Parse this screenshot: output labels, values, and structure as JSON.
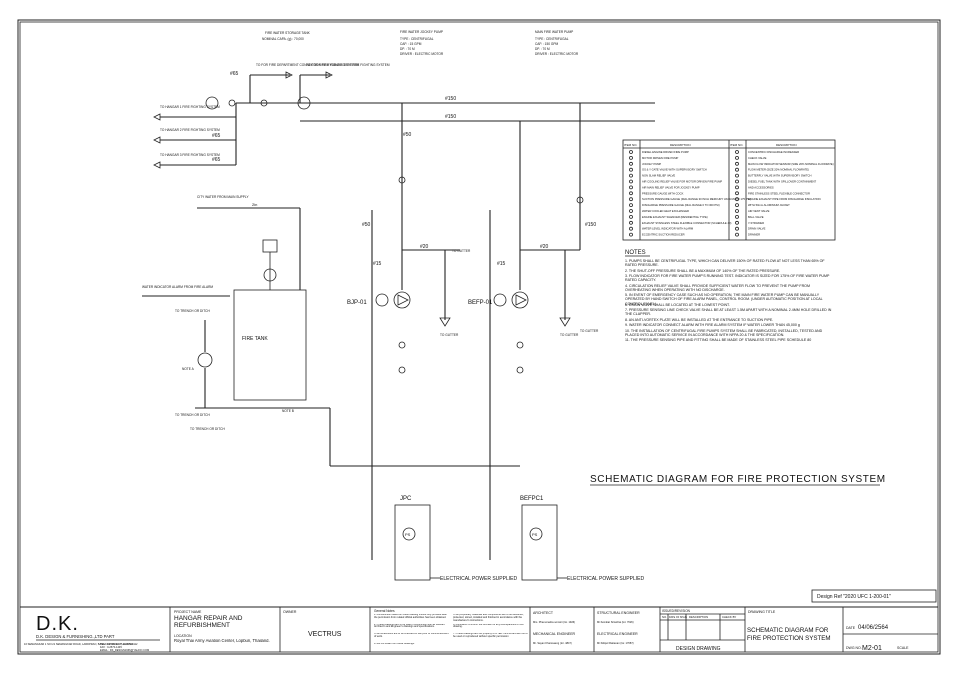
{
  "header_specs": {
    "tank": {
      "title": "FIRE WATER STORAGE TANK",
      "line1": "NOMINAL CAPA. (g) : 70,000"
    },
    "jockey": {
      "title": "FIRE WATER JOCKEY PUMP",
      "type": "TYPE   : CENTRIFUGAL",
      "cap": "CAP.   : 15 GPM",
      "dp": "DP.    : 70 M",
      "driver": "DRIVER : ELECTRIC MOTOR"
    },
    "main": {
      "title": "MAIN FIRE WATER PUMP",
      "type": "TYPE   : CENTRIFUGAL",
      "cap": "CAP.   : 150 GPM",
      "dp": "DP.    : 70 M",
      "driver": "DRIVER : ELECTRIC MOTOR"
    }
  },
  "diagram": {
    "pipe_150_a": "#150",
    "pipe_150_b": "#150",
    "pipe_65": "#65",
    "pipe_50": "#50",
    "pipe_20": "#20",
    "pipe_15": "#15",
    "pipe_2in": "2in",
    "to_fire_dept": "TO FOR FIRE DEPARTMENT CONNECTION FIRE FIGHTING SYSTEM",
    "to_hydrant": "TO FOR FIRE HYDRANT TEST FIRE FIGHTING SYSTEM",
    "to_hangar_1": "TO HANGAR 1 FIRE FIGHTING SYSTEM",
    "to_hangar_2": "TO HANGAR 2 FIRE FIGHTING SYSTEM",
    "to_hangar_3": "TO HANGAR 3 FIRE FIGHTING SYSTEM",
    "city_water": "CITY WATER FROM MAIN SUPPLY",
    "water_alarm": "WATER INDICATOR ALARM FROM FIRE ALARM",
    "fire_tank": "FIRE TANK",
    "to_trench_1": "TO TRENCH OR DITCH",
    "to_trench_2": "TO TRENCH OR DITCH",
    "to_trench_3": "TO TRENCH OR DITCH",
    "note_a": "NOTE A",
    "note_b": "NOTE B",
    "bjp": "BJP-01",
    "befp": "BEFP-01",
    "to_gutter_1": "TO GUTTER",
    "to_gutter_2": "TO GUTTER",
    "to_gutter_3": "TO GUTTER",
    "to_gutter_4": "TO GUTTER",
    "jpc": "JPC",
    "befpc": "BEFPC1",
    "ps": "PS",
    "elec_power_1": "ELECTRICAL POWER SUPPLIED",
    "elec_power_2": "ELECTRICAL POWER SUPPLIED",
    "schematic_title": "SCHEMATIC DIAGRAM FOR FIRE PROTECTION SYSTEM",
    "design_ref": "Design Ref \"2020 UFC 1-200-01\""
  },
  "legend": {
    "col_item": "ITEM NO.",
    "col_desc": "DESCRIPTION",
    "left": [
      "DIESEL ENGINE DRIVEN FIRE PUMP",
      "MOTOR DRIVEN FIRE PUMP",
      "JOCKEY PUMP",
      "OS & Y GATE VALVE WITH SUPERVISORY SWITCH",
      "NON SLAM RELIEF VALVE",
      "AIR COOLING RELIEF VALVE FOR MOTOR DRIVEN FIRE PUMP",
      "AIR MAIN RELIEF VALVE FOR JOCKEY PUMP",
      "PRESSURE GAUGE WITH COCK",
      "SUCTION PRESSURE GAUGE (DIAL RANGE 30 INCH MERCURY VACUUM TO 175 PSI)",
      "DISCHARGE PRESSURE GAUGE (DIAL RANGE 0 TO 300 PSI)",
      "WATER COOLED HEAT EXCHANGER",
      "ENGINE EXHAUST SILENCER (RESIDENTIAL TYPE)",
      "EXHAUST STAINLESS STEEL FLEXIBLE CONNECTOR (SCHEDULE 40)",
      "WATER LEVEL INDICATOR WITH ALARM",
      "ECCENTRIC SUCTION REDUCER"
    ],
    "right": [
      "CONCENTRIC DISCHARGE INCREASER",
      "CHECK VALVE",
      "MAIN FLOW INDICATOR SENSOR (SIZE 20% NOMINAL FLOWRATE)",
      "FLOW METER (SIZE 20% NOMINAL FLOWRATE)",
      "BUTTERFLY VALVE WITH SUPERVISORY SWITCH",
      "DIESEL FUEL TANK WITH SPILLOVER CONTAINMENT",
      "AND ACCESSORIES",
      "FIRE STAINLESS STEEL FLEXIBLE CONNECTOR",
      "ENGINE EXHAUST PIPE FROM DISCHARGE INSULATION",
      "WITH 50mm ALUMINIUM JACKET",
      "AIR VENT VALVE",
      "BALL VALVE",
      "Y-STRAINER",
      "DRAIN VALVE",
      "DRAINER"
    ]
  },
  "notes": {
    "title": "NOTES",
    "items": [
      "1. PUMPS SHALL BE CENTRIFUGAL TYPE, WHICH CAN DELIVER 150% OF RATED FLOW AT NOT LESS THAN 65% OF RATED PRESSURE.",
      "2. THE SHUT-OFF PRESSURE SHALL BE A MAXIMUM OF 140% OF THE RATED PRESSURE.",
      "3. FLOW INDICATOR FOR FIRE WATER PUMP'S RUNNING TEST. INDICATOR IS SIZED FOR 175% OF FIRE WATER PUMP RATED CAPACITY.",
      "4. CIRCULATION RELIEF VALVE SHALL PROVIDE SUFFICIENT WATER FLOW TO PREVENT THE PUMP FROM OVERHEATING WHEN OPERATING WITH NO DISCHARGE.",
      "5. IN EVENT OF EMERGENCY CASE SUCH AS NO OPERATION, THE MAIN FIRE WATER PUMP CAN BE MANUALLY OPERATED BY HAND SWITCH OF FIRE ALARM PANEL, CONTROL ROOM. (UNDER AUTOMATIC POSITION AT LOCAL CONTROL PANEL)",
      "6. DRAIN VALVE SHALL BE LOCATED AT THE LOWEST POINT.",
      "7. PRESSURE SENSING LINE CHECK VALVE SHALL BE AT LEAST 1.5M APART WITH A NOMINAL 2.4MM HOLE DRILLED IN THE CLAPPER.",
      "8. AN ANTI-VORTEX PLATE WILL BE INSTALLED AT THE ENTRANCE TO SUCTION PIPE.",
      "9. WATER INDICATOR CONNECT ALARM WITH FIRE ALARM SYSTEM IF WATER LOWER THAN 45,000 g",
      "10. THE INSTALLATION OF CENTRIFUGAL FIRE PUMPS SYSTEM SHALL BE FABRICATED, INSTALLED, TESTED AND PLACED INTO AUTOMATIC SERVICE IN ACCORDANCE WITH NFPA 20 & THE SPECIFICATION.",
      "11. THE PRESSURE SENSING PIPE AND FITTING SHALL BE MADE OF STAINLESS STEEL PIPE SCHEDULE 80"
    ]
  },
  "title_block": {
    "logo": "D.K.",
    "company": "D.K. DESIGN & FURNISHING.,LTD PART",
    "address": "16 SEMANGKAR 1 SOI 21 SEMANGKAR ROAD, LARDPRAO, BANGKOK 10230. THAILAND.",
    "tel": "TEL : 0-2570-1227, 0-2570-0112",
    "fax": "FAX : 0-2570-1445",
    "email": "EMAIL : DK_DESIGN1966@YAHOO.COM",
    "project_name_label": "PROJECT NAME",
    "project_name": "HANGAR REPAIR AND REFURBISHMENT",
    "location_label": "LOCATION",
    "location": "Royal Thai Army Aviation Center, Lopburi, Thailand.",
    "owner_label": "OWNER",
    "owner": "VECTRUS",
    "general_notes_label": "General Notes",
    "general_notes": [
      "1.-Construction based on these drawing should only proceed after the permission from related official authorities has been obtained.",
      "2.-These drawings are to be read in conjunction with all relevant Architect's and Engineer's drawings and specifications.",
      "3.-All dimensions are to be checked on site prior to commencement of work.",
      "4.-Do not scale from these drawings.",
      "5.-All proprietary materials and components are to be delivered, protected, stored, installed and finished in accordance with the manufacturer's instructions.",
      "6.-Contractor to inform the Architect of any discrepancies on the drawing.",
      "7.-These drawings are the property of DYED HILLSA and are not to be used or reproduced without specific permission"
    ],
    "architect_label": "ARCHITECT",
    "architect": "Mrs. Phanumattra somsiri (Ior. 1926)",
    "mech_label": "MECHANICAL ENGINEER",
    "mech": "Mr. Sayan Khamsaeng (Ior. 4847)",
    "struct_label": "STRUCTURAL ENGINEER",
    "struct": "Mr.Somkiat Sriwichai (Ior. 7626)",
    "elec_label": "ELECTRICAL ENGINEER",
    "elec": "Mr.Sittipol Rattanan (Ior. 17687)",
    "issued_label": "ISSUED/REVISION",
    "rev_no": "NO.",
    "rev_date": "DATE OF ISSUE",
    "rev_desc": "DESCRIPTION",
    "rev_check": "CHECK BY",
    "design_drawing": "DESIGN DRAWING",
    "drawing_title_label": "DRAWING TITLE",
    "drawing_title": "SCHEMATIC DIAGRAM FOR FIRE PROTECTION SYSTEM",
    "date_label": "DATE",
    "date": "04/06/2564",
    "dwg_no_label": "DWG NO.",
    "dwg_no": "M2-01",
    "scale_label": "SCALE"
  }
}
